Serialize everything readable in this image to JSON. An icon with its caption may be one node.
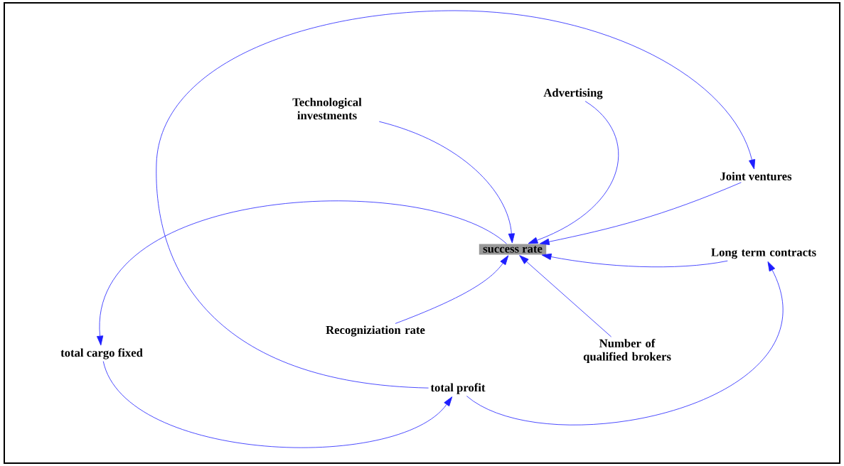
{
  "diagram": {
    "nodes": [
      {
        "text": [
          "Technological investments"
        ]
      },
      {
        "text": [
          "Advertising"
        ]
      },
      {
        "text": [
          "Joint ventures"
        ]
      },
      {
        "text": [
          "success rate"
        ]
      },
      {
        "text": [
          "Long term contracts"
        ]
      },
      {
        "text": [
          "Recogniziation rate"
        ]
      },
      {
        "text": [
          "Number of qualified brokers"
        ]
      },
      {
        "text": [
          "total cargo fixed"
        ]
      },
      {
        "text": [
          "total profit"
        ]
      }
    ],
    "edges": [
      {
        "from": 0,
        "to": 3,
        "arrow": "to"
      },
      {
        "from": 1,
        "to": 3,
        "arrow": "to"
      },
      {
        "from": 2,
        "to": 3,
        "arrow": "to"
      },
      {
        "from": 4,
        "to": 3,
        "arrow": "to"
      },
      {
        "from": 6,
        "to": 3,
        "arrow": "to"
      },
      {
        "from": 5,
        "to": 3,
        "arrow": "to"
      },
      {
        "from": 3,
        "to": 7,
        "arrow": "to"
      },
      {
        "from": 7,
        "to": 8,
        "arrow": "to"
      },
      {
        "from": 8,
        "to": 4,
        "arrow": "to"
      },
      {
        "from": 8,
        "to": 2,
        "arrow": "to"
      }
    ]
  }
}
